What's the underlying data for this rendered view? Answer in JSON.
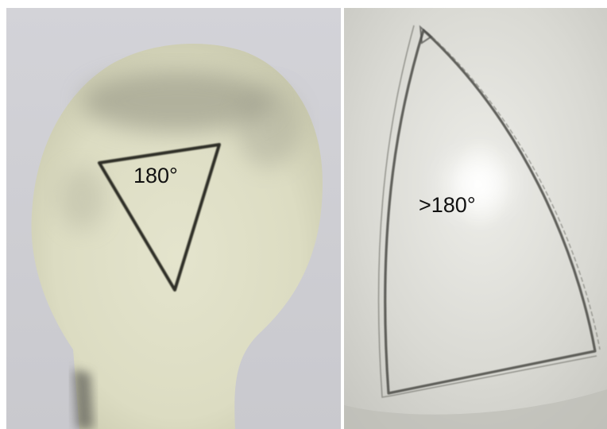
{
  "panels": [
    {
      "name": "deflated-balloon-flat-triangle",
      "label": "180°"
    },
    {
      "name": "inflated-balloon-curved-triangle",
      "label": ">180°"
    }
  ]
}
